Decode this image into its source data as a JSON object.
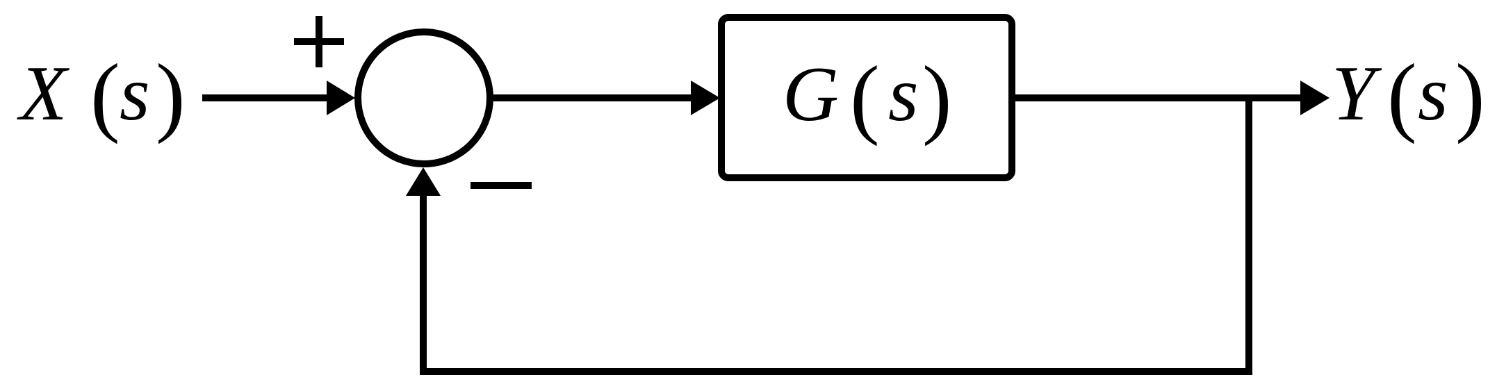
{
  "input_signal": {
    "symbol": "X",
    "argument": "s"
  },
  "output_signal": {
    "symbol": "Y",
    "argument": "s"
  },
  "plant_block": {
    "symbol": "G",
    "argument": "s"
  },
  "summing_junction": {
    "plus_sign": "+",
    "minus_sign": "−"
  },
  "paren_open": "(",
  "paren_close": ")",
  "colors": {
    "line": "#000000",
    "background": "#ffffff"
  }
}
